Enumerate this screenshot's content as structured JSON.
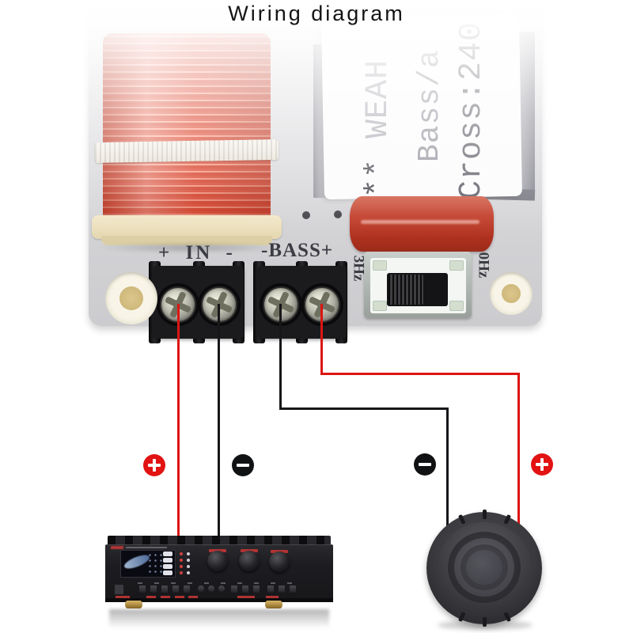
{
  "title": "Wiring diagram",
  "pcb": {
    "sticker": {
      "line1_prefix": "** ",
      "line1_text": "WEAH",
      "line2_text": "Bass/a",
      "line3_text": "Cross:240"
    },
    "silkscreen": {
      "input_label": "+ IN -",
      "bass_label": "-BASS+",
      "switch_left_label": "3Hz",
      "switch_right_label": "0Hz"
    },
    "components": {
      "coil": "red-inductor-coil",
      "capacitor": "red-film-capacitor",
      "switch": "frequency-slide-switch",
      "terminal_blocks": [
        "input-terminal-block",
        "bass-terminal-block"
      ]
    }
  },
  "wiring": {
    "wire_colors": {
      "positive": "#dd1512",
      "negative": "#17171a"
    },
    "markers": [
      {
        "id": "amp-positive",
        "icon": "plus-icon",
        "color": "#e21313"
      },
      {
        "id": "amp-negative",
        "icon": "minus-icon",
        "color": "#111214"
      },
      {
        "id": "speaker-negative",
        "icon": "minus-icon",
        "color": "#111214"
      },
      {
        "id": "speaker-positive",
        "icon": "plus-icon",
        "color": "#e21313"
      }
    ]
  },
  "devices": {
    "amplifier": {
      "name": "stereo-amplifier"
    },
    "speaker": {
      "name": "subwoofer-driver"
    }
  },
  "colors": {
    "background": "#ffffff",
    "pcb": "#d8d8db",
    "coil": "#d93b22",
    "capacitor": "#c23a27",
    "sticker_text_dark": "#5a5a64",
    "sticker_text_light": "#a9a9b2",
    "silkscreen": "#3c3c44"
  }
}
